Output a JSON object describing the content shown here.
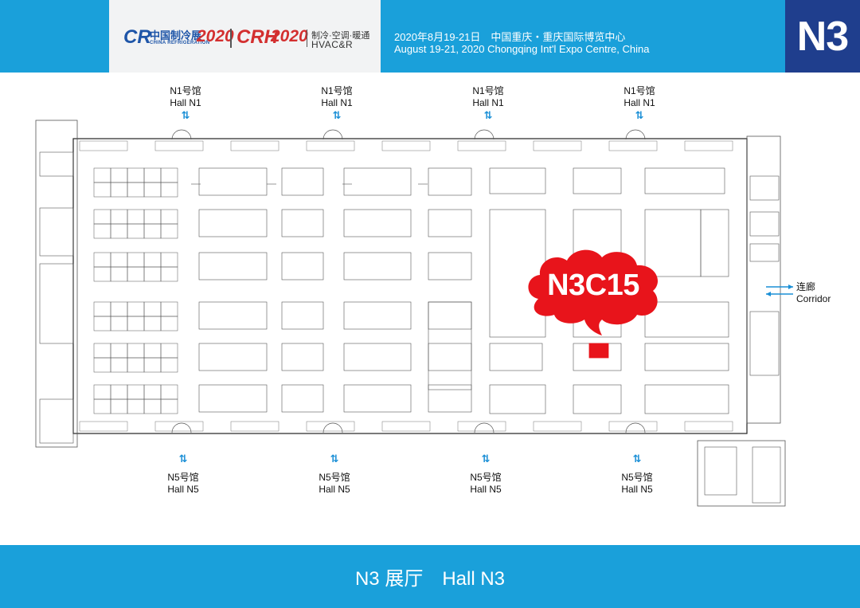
{
  "header": {
    "logo_cr": "CR",
    "logo_cn": "中国制冷展",
    "logo_en": "CHINA REFRIGERATION",
    "logo_year_1": "2020",
    "logo_crh": "CRH",
    "logo_year_2": "2020",
    "logo_sub_cn": "制冷·空调·暖通",
    "logo_sub_en": "HVAC&R",
    "date_location_cn": "2020年8月19-21日　中国重庆・重庆国际博览中心",
    "date_location_en": "August 19-21, 2020  Chongqing Int'l Expo Centre, China",
    "hall_tag": "N3"
  },
  "adjacent_halls": {
    "top": [
      {
        "cn": "N1号馆",
        "en": "Hall N1"
      },
      {
        "cn": "N1号馆",
        "en": "Hall N1"
      },
      {
        "cn": "N1号馆",
        "en": "Hall N1"
      },
      {
        "cn": "N1号馆",
        "en": "Hall N1"
      }
    ],
    "bottom": [
      {
        "cn": "N5号馆",
        "en": "Hall N5"
      },
      {
        "cn": "N5号馆",
        "en": "Hall N5"
      },
      {
        "cn": "N5号馆",
        "en": "Hall N5"
      },
      {
        "cn": "N5号馆",
        "en": "Hall N5"
      }
    ],
    "arrow_symbol": "⇅"
  },
  "corridor": {
    "cn": "连廊",
    "en": "Corridor"
  },
  "highlight_booth": {
    "label": "N3C15",
    "color": "#e8141b"
  },
  "footer": {
    "title": "N3 展厅　Hall N3"
  },
  "colors": {
    "accent_blue": "#1aa0da",
    "hall_tag_bg": "#1f3e8d",
    "highlight_red": "#e8141b"
  }
}
